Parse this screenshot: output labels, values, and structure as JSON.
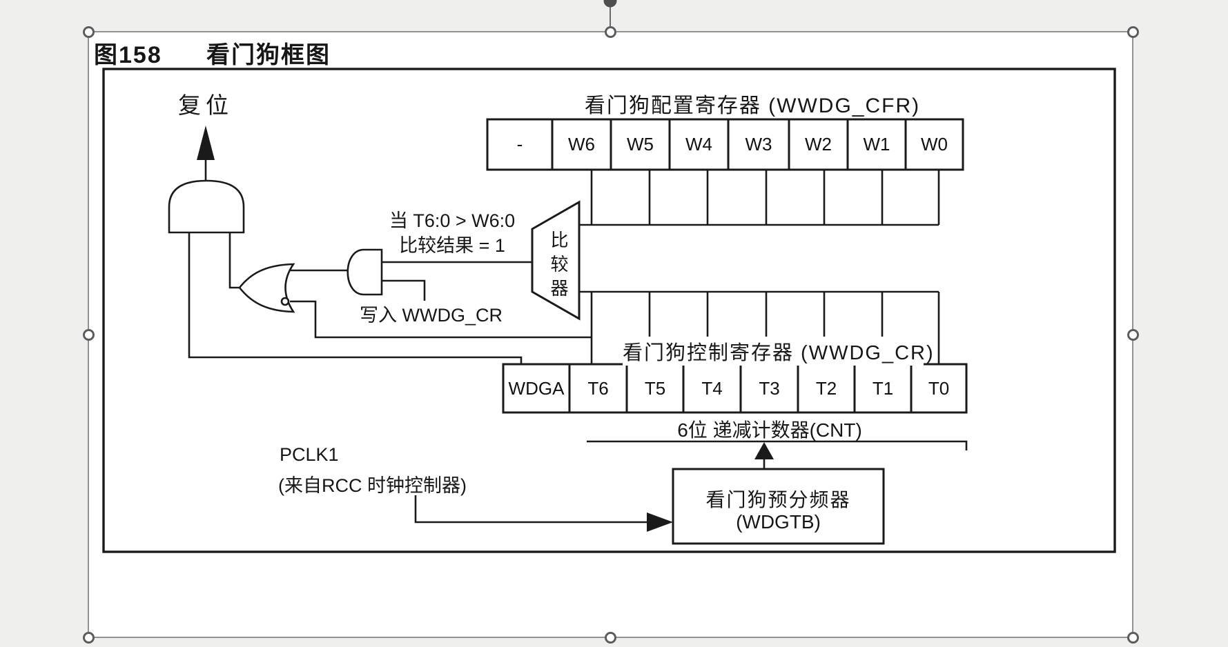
{
  "figure": {
    "number": "图158",
    "title": "看门狗框图"
  },
  "diagram": {
    "reset_label": "复位",
    "cfr": {
      "label": "看门狗配置寄存器 (WWDG_CFR)",
      "cells": [
        "-",
        "W6",
        "W5",
        "W4",
        "W3",
        "W2",
        "W1",
        "W0"
      ]
    },
    "cr": {
      "label": "看门狗控制寄存器 (WWDG_CR)",
      "cells": [
        "WDGA",
        "T6",
        "T5",
        "T4",
        "T3",
        "T2",
        "T1",
        "T0"
      ]
    },
    "comparator_label": "比较器",
    "condition_line1": "当 T6:0 > W6:0",
    "condition_line2": "比较结果 = 1",
    "write_label": "写入 WWDG_CR",
    "counter_label": "6位 递减计数器(CNT)",
    "prescaler_line1": "看门狗预分频器",
    "prescaler_line2": "(WDGTB)",
    "clock_label": "PCLK1",
    "clock_sublabel": "(来自RCC 时钟控制器)"
  },
  "colors": {
    "canvas_background": "#efefee",
    "page_background": "#ffffff",
    "line": "#1a1a1a",
    "selection": "#787878"
  }
}
